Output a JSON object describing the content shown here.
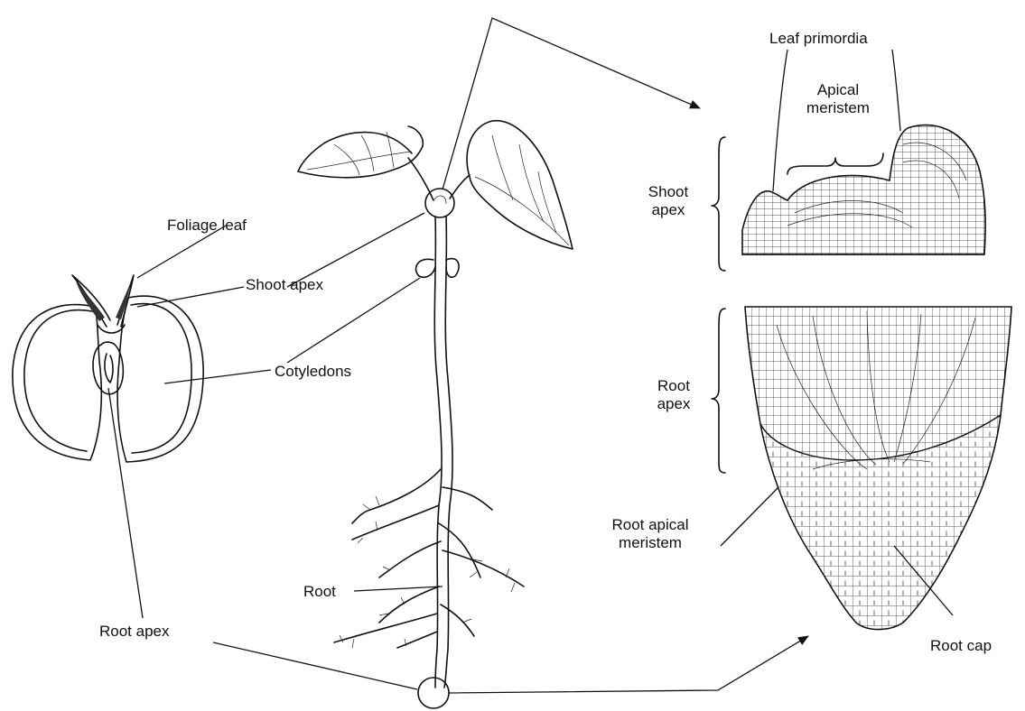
{
  "labels": {
    "foliage_leaf": "Foliage leaf",
    "shoot_apex_seed": "Shoot apex",
    "cotyledons": "Cotyledons",
    "root_apex_main": "Root apex",
    "root": "Root",
    "leaf_primordia": "Leaf primordia",
    "apical_meristem_l1": "Apical",
    "apical_meristem_l2": "meristem",
    "shoot_apex_detail_l1": "Shoot",
    "shoot_apex_detail_l2": "apex",
    "root_apex_detail_l1": "Root",
    "root_apex_detail_l2": "apex",
    "root_apical_meristem_l1": "Root apical",
    "root_apical_meristem_l2": "meristem",
    "root_cap": "Root cap"
  }
}
